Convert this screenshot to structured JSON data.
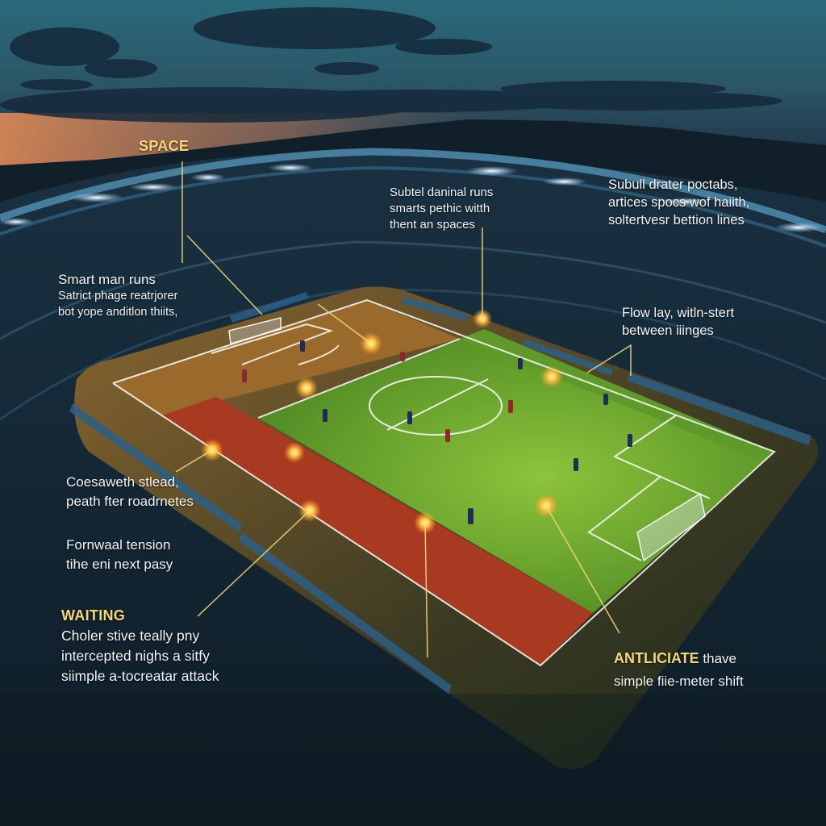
{
  "scene": {
    "description": "Aerial night view of a football stadium with tactical annotations",
    "colors": {
      "sky_top": "#1d4a5c",
      "sky_horizon": "#d88a5a",
      "pitch_green": "#6cad2e",
      "pitch_orange": "#9a6a2c",
      "red_zone": "#a83a22",
      "highlight_yellow": "#f4d77a",
      "marker_glow": "#ffc94a",
      "label_text": "#f3f5f6"
    }
  },
  "annotations": {
    "space": {
      "heading": "SPACE"
    },
    "center_top": {
      "lines": [
        "Subtel daninal runs",
        "smarts pethic witth",
        "thent an spaces"
      ]
    },
    "top_right": {
      "lines": [
        "Subull drater poctabs,",
        "artices spocs wof haiith,",
        "soltertvesr bettion lines"
      ]
    },
    "left_upper": {
      "lines": [
        "Smart man runs",
        "Satrict phage reatrjorer",
        "bot yope anditlon thiits,"
      ]
    },
    "right_middle": {
      "lines": [
        "Flow lay, witln-stert",
        "between iiinges"
      ]
    },
    "left_middle": {
      "lines": [
        "Coesaweth stlead,",
        "peath fter roadrnetes"
      ]
    },
    "left_lower": {
      "lines": [
        "Fornwaal tension",
        "tihe eni next pasy"
      ]
    },
    "waiting": {
      "heading": "WAITING",
      "lines": [
        "Choler stive teally pny",
        "intercepted nighs a sitfy",
        "siimple a-tocreatar attack"
      ]
    },
    "anticipate": {
      "heading": "ANTLICIATE",
      "heading_suffix": "thave",
      "lines": [
        "simple fiie-meter shift"
      ]
    }
  }
}
